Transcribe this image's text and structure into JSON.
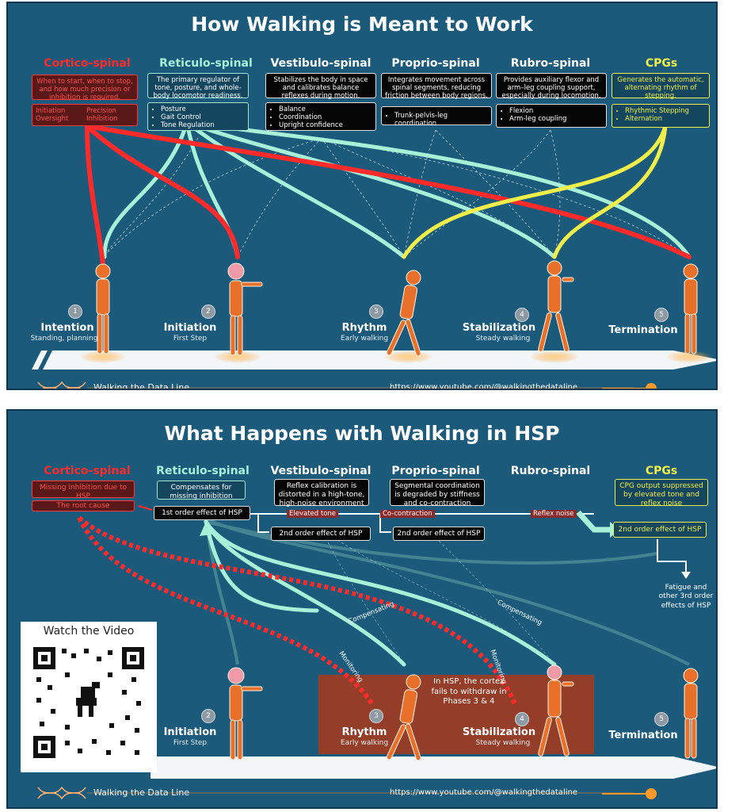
{
  "top": {
    "title": "How Walking is Meant to Work",
    "pathways": [
      {
        "id": "cortico",
        "name": "Cortico-spinal",
        "color": "#ff2a2a",
        "desc": "When to start, when to stop, and how much precision or inhibition is required.",
        "items": [
          "Initiation",
          "Precision",
          "Oversight",
          "Inhibition"
        ]
      },
      {
        "id": "reticulo",
        "name": "Reticulo-spinal",
        "color": "#a8f0d8",
        "desc": "The primary regulator of tone, posture, and whole-body locomotor readiness.",
        "items": [
          "Posture",
          "Gait Control",
          "Tone Regulation"
        ]
      },
      {
        "id": "vestibulo",
        "name": "Vestibulo-spinal",
        "color": "#ffffff",
        "desc": "Stabilizes the body in space and calibrates balance reflexes during motion.",
        "items": [
          "Balance",
          "Coordination",
          "Upright confidence"
        ]
      },
      {
        "id": "proprio",
        "name": "Proprio-spinal",
        "color": "#ffffff",
        "desc": "Integrates movement across spinal segments, reducing friction between body regions.",
        "items": [
          "Trunk-pelvis-leg coordination"
        ]
      },
      {
        "id": "rubro",
        "name": "Rubro-spinal",
        "color": "#ffffff",
        "desc": "Provides auxiliary flexor and arm–leg coupling support, especially during locomotion.",
        "items": [
          "Flexion",
          "Arm-leg coupling"
        ]
      },
      {
        "id": "cpg",
        "name": "CPGs",
        "color": "#f0ef4a",
        "desc": "Generates the automatic, alternating rhythm of stepping.",
        "items": [
          "Rhythmic Stepping",
          "Alternation"
        ]
      }
    ],
    "phases": [
      {
        "num": "1",
        "name": "Intention",
        "sub": "Standing, planning"
      },
      {
        "num": "2",
        "name": "Initiation",
        "sub": "First Step"
      },
      {
        "num": "3",
        "name": "Rhythm",
        "sub": "Early walking"
      },
      {
        "num": "4",
        "name": "Stabilization",
        "sub": "Steady walking"
      },
      {
        "num": "5",
        "name": "Termination",
        "sub": ""
      }
    ],
    "footer_left": "Walking the Data Line",
    "footer_right": "https://www.youtube.com/@walkingthedataline"
  },
  "bottom": {
    "title": "What Happens with Walking in HSP",
    "pathways": [
      {
        "id": "cortico",
        "name": "Cortico-spinal",
        "desc": "Missing inhibition due to HSP",
        "desc2": "The root cause"
      },
      {
        "id": "reticulo",
        "name": "Reticulo-spinal",
        "desc": "Compensates for missing inhibition",
        "desc2": "1st order effect of HSP"
      },
      {
        "id": "vestibulo",
        "name": "Vestibulo-spinal",
        "desc": "Reflex calibration is distorted in a high-tone, high-noise environment"
      },
      {
        "id": "proprio",
        "name": "Proprio-spinal",
        "desc": "Segmental coordination is degraded by stiffness and co-contraction"
      },
      {
        "id": "rubro",
        "name": "Rubro-spinal"
      },
      {
        "id": "cpg",
        "name": "CPGs",
        "desc": "CPG output suppressed by elevated tone and reflex noise"
      }
    ],
    "effects": {
      "second_a": "2nd order effect of HSP",
      "second_b": "2nd order effect of HSP",
      "second_c": "2nd order effect of HSP"
    },
    "flow_labels": {
      "elevated": "Elevated tone",
      "cocontraction": "Co-contraction",
      "reflex": "Reflex noise"
    },
    "third_order": "Fatigue and other 3rd order effects of HSP",
    "arc_labels": {
      "comp1": "Compensating",
      "comp2": "Compensating",
      "mon1": "Monitoring",
      "mon2": "Monitoring"
    },
    "hsp_note": "In HSP, the cortex fails to withdraw in Phases 3 & 4",
    "qr_title": "Watch the Video",
    "phases": [
      {
        "num": "2",
        "name": "Initiation",
        "sub": "First Step"
      },
      {
        "num": "3",
        "name": "Rhythm",
        "sub": "Early walking"
      },
      {
        "num": "4",
        "name": "Stabilization",
        "sub": "Steady walking"
      },
      {
        "num": "5",
        "name": "Termination",
        "sub": ""
      }
    ],
    "footer_left": "Walking the Data Line",
    "footer_right": "https://www.youtube.com/@walkingthedataline"
  },
  "colors": {
    "background": "#1b5a7a",
    "cortico": "#ff2a2a",
    "reticulo": "#a8f0d8",
    "cpg": "#f0ef4a",
    "hsp_zone": "#a23a1f"
  }
}
